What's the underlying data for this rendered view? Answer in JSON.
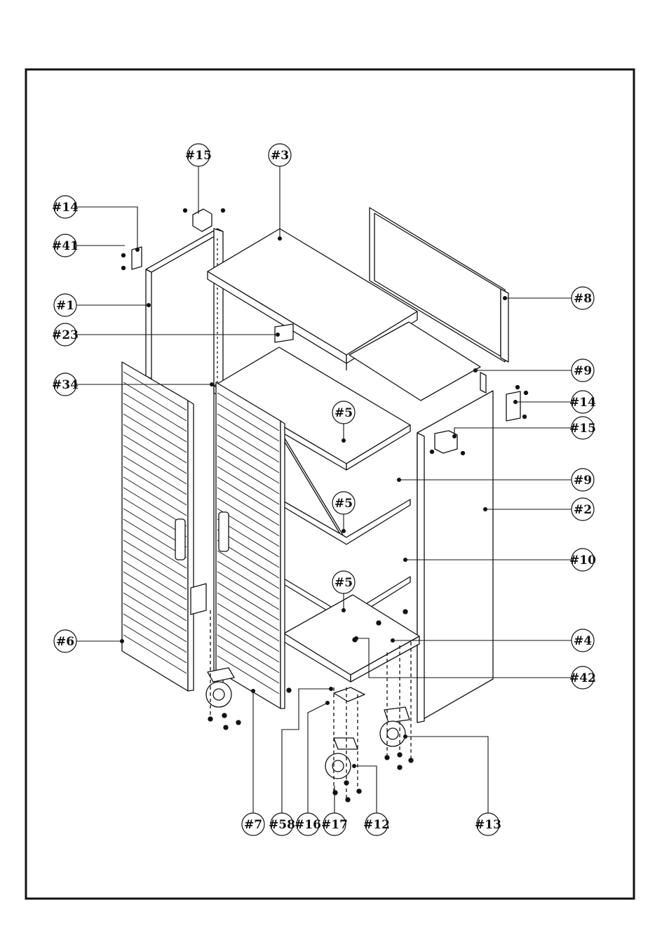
{
  "figure": {
    "colors": {
      "ink": "#111111",
      "paper": "#ffffff"
    },
    "callouts": [
      {
        "id": "c15a",
        "label": "#15"
      },
      {
        "id": "c3",
        "label": "#3"
      },
      {
        "id": "c14a",
        "label": "#14"
      },
      {
        "id": "c41",
        "label": "#41"
      },
      {
        "id": "c1",
        "label": "#1"
      },
      {
        "id": "c23",
        "label": "#23"
      },
      {
        "id": "c34",
        "label": "#34"
      },
      {
        "id": "c6",
        "label": "#6"
      },
      {
        "id": "c8",
        "label": "#8"
      },
      {
        "id": "c9a",
        "label": "#9"
      },
      {
        "id": "c14b",
        "label": "#14"
      },
      {
        "id": "c15b",
        "label": "#15"
      },
      {
        "id": "c9b",
        "label": "#9"
      },
      {
        "id": "c2",
        "label": "#2"
      },
      {
        "id": "c10",
        "label": "#10"
      },
      {
        "id": "c4",
        "label": "#4"
      },
      {
        "id": "c42",
        "label": "#42"
      },
      {
        "id": "c5a",
        "label": "#5"
      },
      {
        "id": "c5b",
        "label": "#5"
      },
      {
        "id": "c5c",
        "label": "#5"
      },
      {
        "id": "c7",
        "label": "#7"
      },
      {
        "id": "c58",
        "label": "#58"
      },
      {
        "id": "c16",
        "label": "#16"
      },
      {
        "id": "c17",
        "label": "#17"
      },
      {
        "id": "c12",
        "label": "#12"
      },
      {
        "id": "c13",
        "label": "#13"
      }
    ]
  }
}
